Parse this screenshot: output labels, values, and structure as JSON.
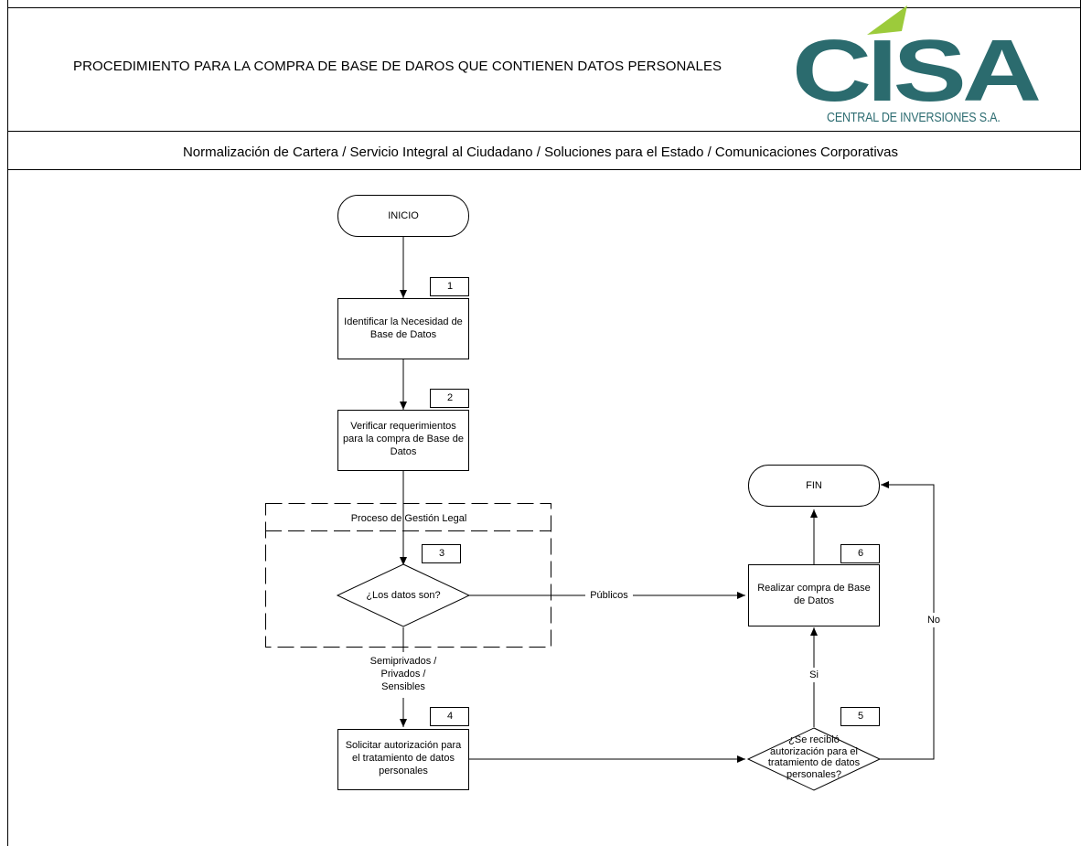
{
  "header": {
    "title": "PROCEDIMIENTO  PARA LA COMPRA DE BASE DE DAROS QUE CONTIENEN DATOS PERSONALES",
    "logo_text": "CISA",
    "logo_subtitle": "CENTRAL DE INVERSIONES S.A.",
    "subtitle": "Normalización de Cartera / Servicio Integral al Ciudadano / Soluciones para el Estado / Comunicaciones Corporativas"
  },
  "colors": {
    "logo_dark": "#2b6b6e",
    "logo_light": "#9ccb3b",
    "line": "#000000"
  },
  "flow": {
    "start": "INICIO",
    "end": "FIN",
    "legal_area": "Proceso de Gestión Legal",
    "steps": [
      {
        "number": "1",
        "lines": [
          "Identificar la Necesidad de",
          "Base de Datos"
        ]
      },
      {
        "number": "2",
        "lines": [
          "Verificar requerimientos",
          "para la compra de Base de",
          "Datos"
        ]
      },
      {
        "number": "3",
        "lines": [
          "¿Los datos son?"
        ]
      },
      {
        "number": "4",
        "lines": [
          "Solicitar autorización para",
          "el tratamiento de datos",
          "personales"
        ]
      },
      {
        "number": "5",
        "lines": [
          "¿Se recibió",
          "autorización para el",
          "tratamiento de datos",
          "personales?"
        ]
      },
      {
        "number": "6",
        "lines": [
          "Realizar compra de Base",
          "de Datos"
        ]
      }
    ],
    "edge_labels": {
      "publicos": "Públicos",
      "semi": [
        "Semiprivados /",
        "Privados /",
        "Sensibles"
      ],
      "si": "Si",
      "no": "No"
    }
  }
}
